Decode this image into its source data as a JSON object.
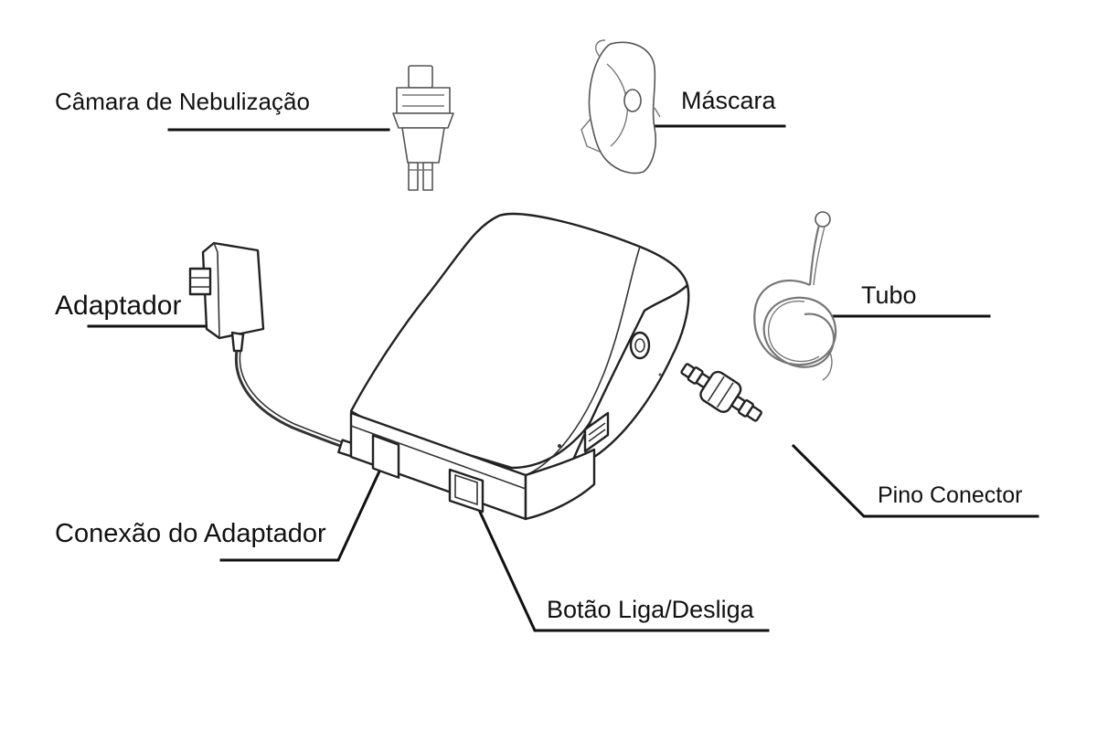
{
  "labels": {
    "chamber": "Câmara de Nebulização",
    "mask": "Máscara",
    "adapter": "Adaptador",
    "tube": "Tubo",
    "pin": "Pino Conector",
    "adapter_connection": "Conexão do Adaptador",
    "power_button": "Botão Liga/Desliga"
  }
}
